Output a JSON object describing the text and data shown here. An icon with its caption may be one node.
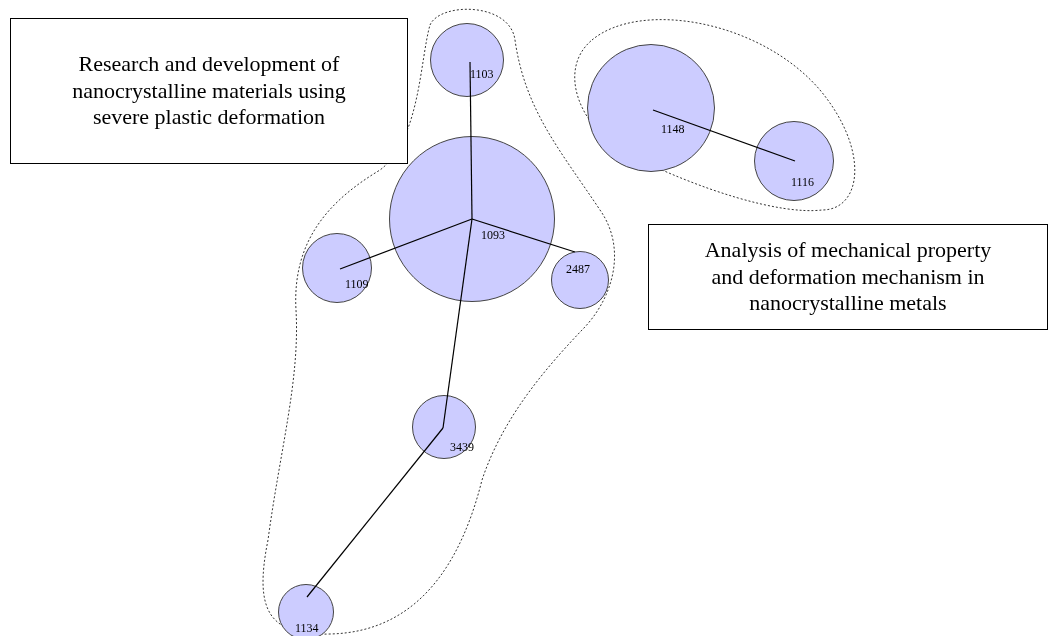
{
  "diagram": {
    "nodes": [
      {
        "text": [
          "Research and development of nanocrystalline materials using severe plastic deformation"
        ]
      },
      {
        "text": [],
        "shape": "blob"
      },
      {
        "text": [
          "1103"
        ],
        "in": 1
      },
      {
        "text": [
          "1093"
        ],
        "in": 1
      },
      {
        "text": [
          "1109"
        ],
        "in": 1
      },
      {
        "text": [
          "2487"
        ],
        "in": 1
      },
      {
        "text": [
          "3439"
        ],
        "in": 1
      },
      {
        "text": [
          "1134"
        ],
        "in": 1
      },
      {
        "text": [],
        "shape": "blob"
      },
      {
        "text": [
          "1148"
        ],
        "in": 8
      },
      {
        "text": [
          "1116"
        ],
        "in": 8
      },
      {
        "text": [
          "Analysis of mechanical property and deformation mechanism in nanocrystalline metals"
        ]
      }
    ],
    "edges": [
      {
        "from": 3,
        "to": 2,
        "arrow": "none"
      },
      {
        "from": 3,
        "to": 4,
        "arrow": "none"
      },
      {
        "from": 3,
        "to": 5,
        "arrow": "none"
      },
      {
        "from": 3,
        "to": 6,
        "arrow": "none"
      },
      {
        "from": 6,
        "to": 7,
        "arrow": "none"
      },
      {
        "from": 9,
        "to": 10,
        "arrow": "none"
      }
    ]
  }
}
